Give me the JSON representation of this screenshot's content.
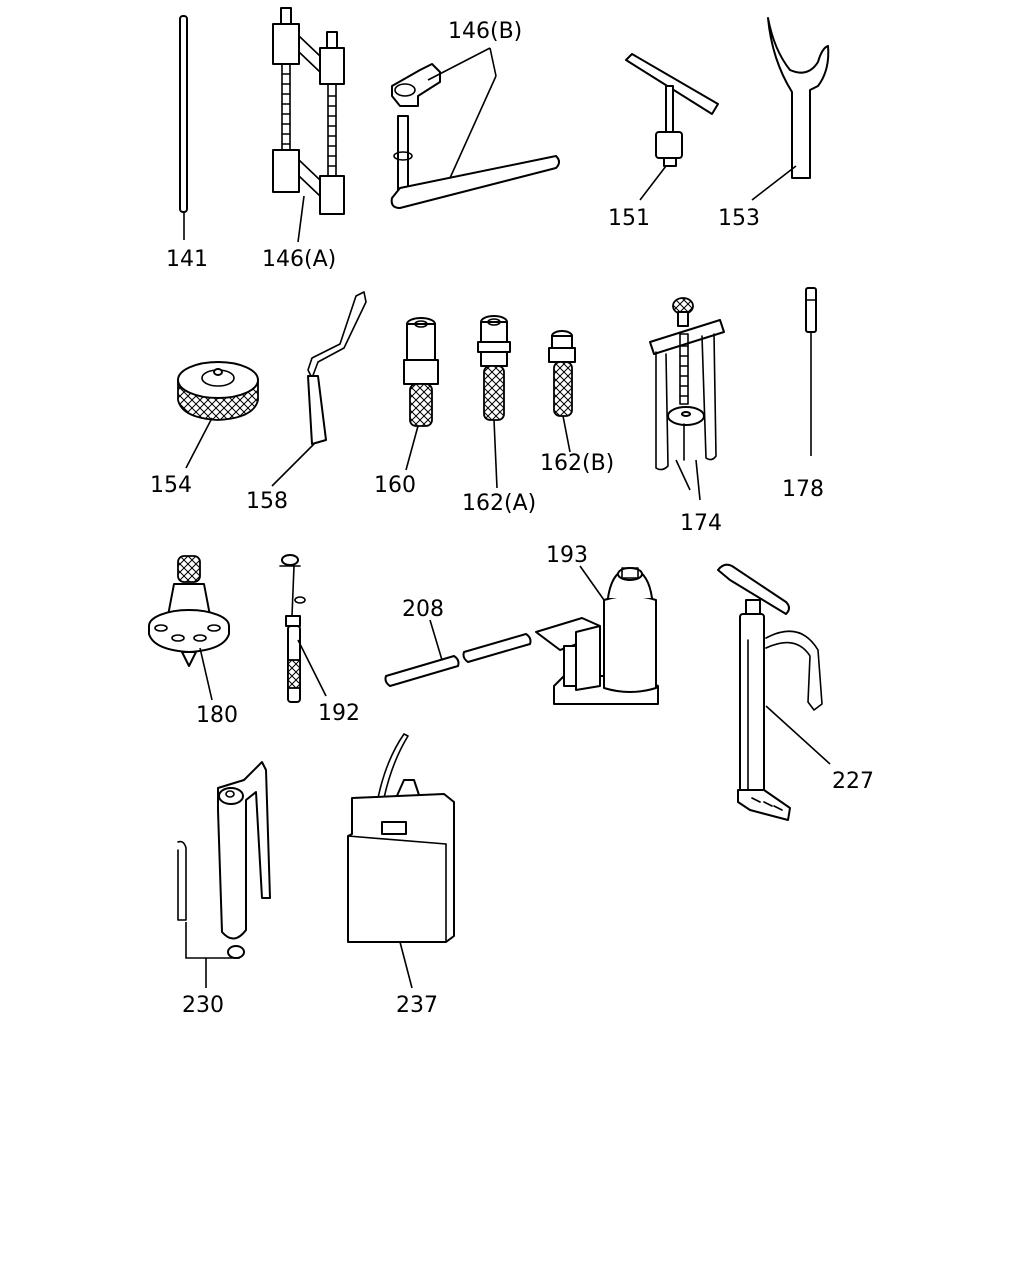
{
  "labels": {
    "l141": "141",
    "l146a": "146(A)",
    "l146b": "146(B)",
    "l151": "151",
    "l153": "153",
    "l154": "154",
    "l158": "158",
    "l160": "160",
    "l162a": "162(A)",
    "l162b": "162(B)",
    "l174": "174",
    "l178": "178",
    "l180": "180",
    "l192": "192",
    "l193": "193",
    "l208": "208",
    "l227": "227",
    "l230": "230",
    "l237": "237"
  }
}
